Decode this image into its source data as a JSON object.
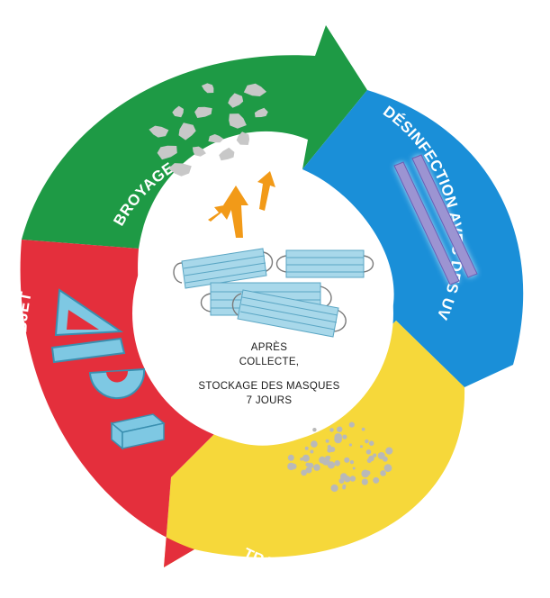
{
  "colors": {
    "green": "#1e9a45",
    "blue": "#1a8fd8",
    "yellow": "#f6d83a",
    "red": "#e42f3c",
    "arrow_orange": "#f29a18",
    "fragment_gray": "#c8c8c8",
    "mask_blue": "#a8d8ea",
    "uv_purple": "#9c94d2",
    "object_blue": "#7ec8e3",
    "bead_gray": "#b9b9b9"
  },
  "steps": [
    {
      "key": "broyage",
      "label": "BROYAGE",
      "icon": "ground-fragments-icon"
    },
    {
      "key": "desinfection",
      "label": "DÉSINFECTION AVEC DES UV",
      "icon": "uv-lamp-icon"
    },
    {
      "key": "microbilles",
      "label": "TRANSFORMATION EN MICROBILLES",
      "icon": "microbeads-icon"
    },
    {
      "key": "fabrication",
      "label": "FABRICATION D'OBJETS",
      "icon": "manufactured-objects-icon"
    }
  ],
  "center": {
    "line1": "APRÈS",
    "line2": "COLLECTE,",
    "line3": "STOCKAGE DES MASQUES",
    "line4": "7 JOURS",
    "icon": "face-masks-icon"
  }
}
